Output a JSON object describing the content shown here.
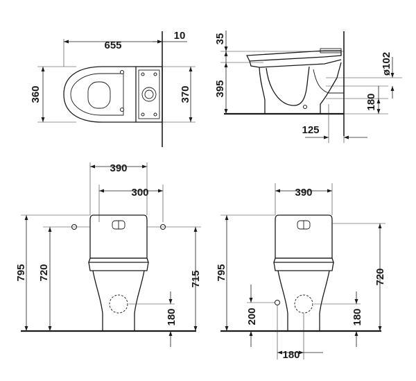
{
  "dimensions": {
    "top_plan": {
      "depth": "655",
      "wall_gap": "10",
      "bowl_width": "360",
      "tank_width": "370"
    },
    "side_view": {
      "rim_height": "35",
      "seat_height": "395",
      "outlet_diameter": "ø102",
      "outlet_height": "180",
      "outlet_offset": "125"
    },
    "front_left": {
      "tank_width": "390",
      "fixing_spacing": "300",
      "total_height": "795",
      "tank_height": "720",
      "fixing_height": "715",
      "outlet_height": "180"
    },
    "front_right": {
      "tank_width": "390",
      "total_height": "795",
      "tank_height": "720",
      "floor_fixing_height": "200",
      "outlet_height": "180",
      "outlet_spacing": "180"
    }
  }
}
